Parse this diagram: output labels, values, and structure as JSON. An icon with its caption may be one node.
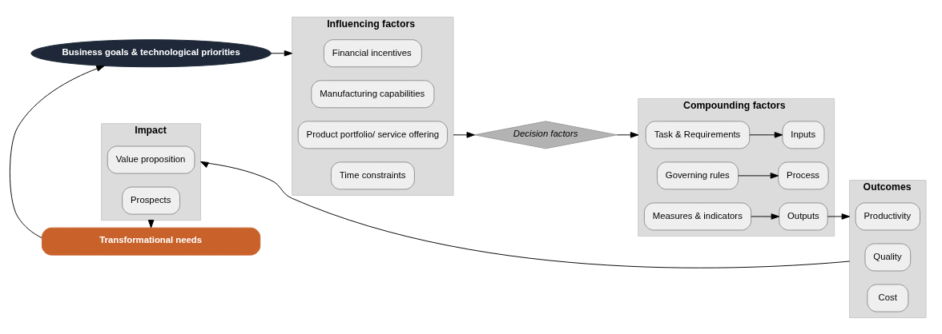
{
  "diagram": {
    "nodes": [
      {
        "text": [
          "Business goals & technological priorities"
        ]
      },
      {
        "text": [
          "Transformational needs"
        ]
      },
      {
        "text": [
          "Influencing factors"
        ]
      },
      {
        "text": [
          "Financial incentives"
        ],
        "in": 2
      },
      {
        "text": [
          "Manufacturing capabilities"
        ],
        "in": 2
      },
      {
        "text": [
          "Product portfolio/ service offering"
        ],
        "in": 2
      },
      {
        "text": [
          "Time constraints"
        ],
        "in": 2
      },
      {
        "text": [
          "Decision factors"
        ]
      },
      {
        "text": [
          "Compounding factors"
        ]
      },
      {
        "text": [
          "Task & Requirements"
        ],
        "in": 8
      },
      {
        "text": [
          "Governing rules"
        ],
        "in": 8
      },
      {
        "text": [
          "Measures & indicators"
        ],
        "in": 8
      },
      {
        "text": [
          "Inputs"
        ],
        "in": 8
      },
      {
        "text": [
          "Process"
        ],
        "in": 8
      },
      {
        "text": [
          "Outputs"
        ],
        "in": 8
      },
      {
        "text": [
          "Impact"
        ]
      },
      {
        "text": [
          "Value proposition"
        ],
        "in": 15
      },
      {
        "text": [
          "Prospects"
        ],
        "in": 15
      },
      {
        "text": [
          "Outcomes"
        ]
      },
      {
        "text": [
          "Productivity"
        ],
        "in": 18
      },
      {
        "text": [
          "Quality"
        ],
        "in": 18
      },
      {
        "text": [
          "Cost"
        ],
        "in": 18
      }
    ],
    "edges": [
      {
        "from": 1,
        "to": 0,
        "arrow": "to"
      },
      {
        "from": 0,
        "to": 2,
        "arrow": "to"
      },
      {
        "from": 2,
        "to": 7,
        "arrow": "to"
      },
      {
        "from": 7,
        "to": 8,
        "arrow": "to"
      },
      {
        "from": 9,
        "to": 12,
        "arrow": "to"
      },
      {
        "from": 10,
        "to": 13,
        "arrow": "to"
      },
      {
        "from": 11,
        "to": 14,
        "arrow": "to"
      },
      {
        "from": 14,
        "to": 18,
        "arrow": "to"
      },
      {
        "from": 18,
        "to": 15,
        "arrow": "to"
      },
      {
        "from": 15,
        "to": 1,
        "arrow": "to"
      }
    ]
  }
}
